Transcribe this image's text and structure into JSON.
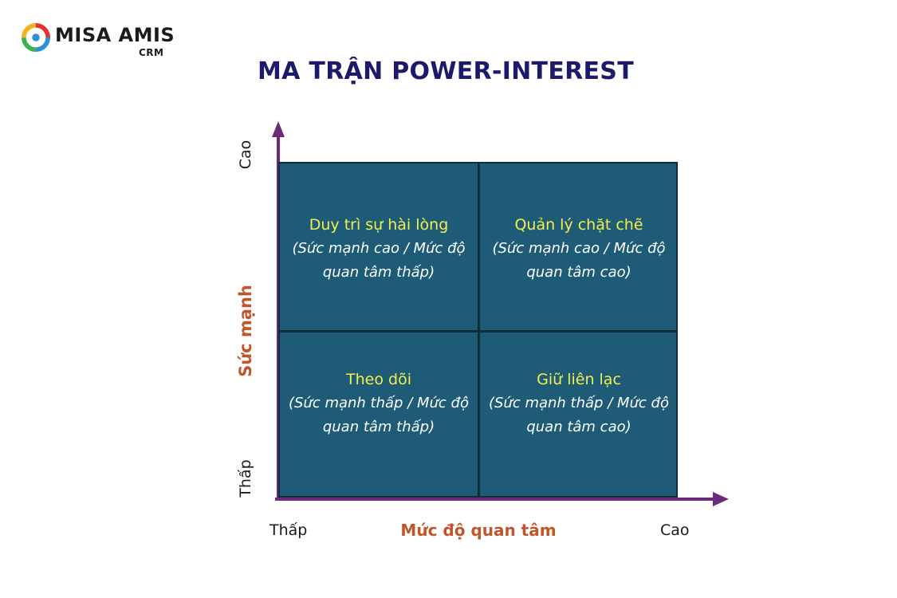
{
  "brand": {
    "name": "MISA AMIS",
    "sub": "CRM"
  },
  "title": "MA TRẬN POWER-INTEREST",
  "axes": {
    "y": {
      "name": "Sức mạnh",
      "high": "Cao",
      "low": "Thấp"
    },
    "x": {
      "name": "Mức độ quan tâm",
      "low": "Thấp",
      "high": "Cao"
    }
  },
  "quadrants": {
    "top_left": {
      "title": "Duy trì sự hài lòng",
      "desc": "(Sức mạnh cao / Mức độ quan tâm thấp)"
    },
    "top_right": {
      "title": "Quản lý chặt chẽ",
      "desc": "(Sức mạnh cao / Mức độ quan tâm cao)"
    },
    "bottom_left": {
      "title": "Theo dõi",
      "desc": "(Sức mạnh thấp / Mức độ quan tâm thấp)"
    },
    "bottom_right": {
      "title": "Giữ liên lạc",
      "desc": "(Sức mạnh thấp / Mức độ quan tâm cao)"
    }
  },
  "colors": {
    "quadrant_fill": "#1e5b76",
    "quadrant_title": "#f2ef4e",
    "axis": "#6a2b7a",
    "axis_name": "#c0562a",
    "title": "#1c1a6b"
  },
  "icons": {
    "logo": "misa-amis-logo-icon"
  }
}
